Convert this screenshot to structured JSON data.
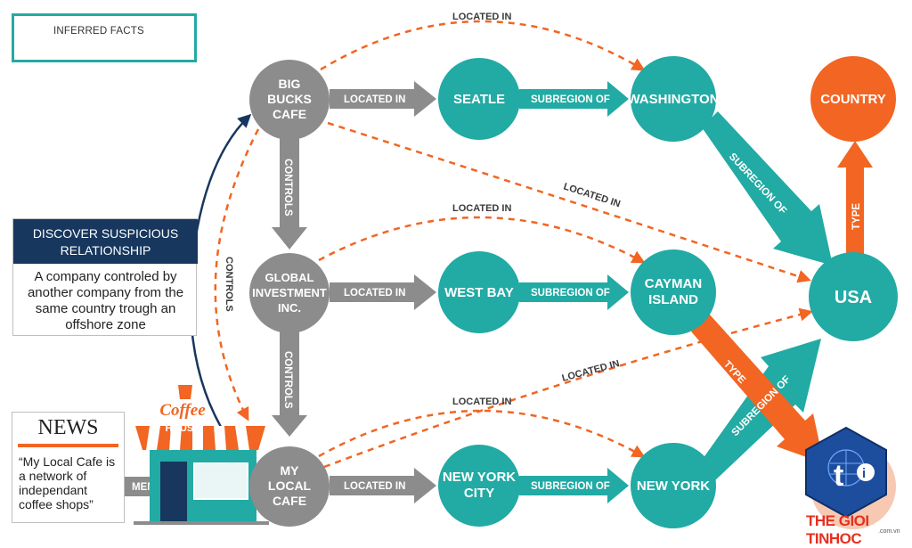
{
  "legend": {
    "label": "INFERRED FACTS"
  },
  "discover": {
    "title": "DISCOVER SUSPICIOUS RELATIONSHIP",
    "body": "A company controled by another company from the same country trough an offshore zone"
  },
  "news": {
    "title": "NEWS",
    "body": "“My Local Cafe is a network of independant coffee shops”"
  },
  "shop": {
    "sign_line1": "Coffee",
    "sign_line2": "HOUSE"
  },
  "nodes": {
    "big_bucks": "BIG BUCKS CAFE",
    "global_investment": "GLOBAL INVESTMENT INC.",
    "my_local_cafe": "MY LOCAL CAFE",
    "seatle": "SEATLE",
    "west_bay": "WEST BAY",
    "new_york_city": "NEW YORK CITY",
    "washington": "WASHINGTON",
    "cayman_island": "CAYMAN ISLAND",
    "new_york": "NEW YORK",
    "usa": "USA",
    "country": "COUNTRY"
  },
  "edges": {
    "located_in": "LOCATED IN",
    "subregion_of": "SUBREGION OF",
    "controls": "CONTROLS",
    "mentions": "MENTIONS",
    "type": "TYPE"
  },
  "colors": {
    "company": "#8c8c8c",
    "place": "#22aaa4",
    "category": "#f26522",
    "inferred": "#f26522",
    "highlight": "#17375e"
  },
  "watermark": {
    "text": "THE GIOI TINHOC",
    "domain": ".com.vn"
  }
}
